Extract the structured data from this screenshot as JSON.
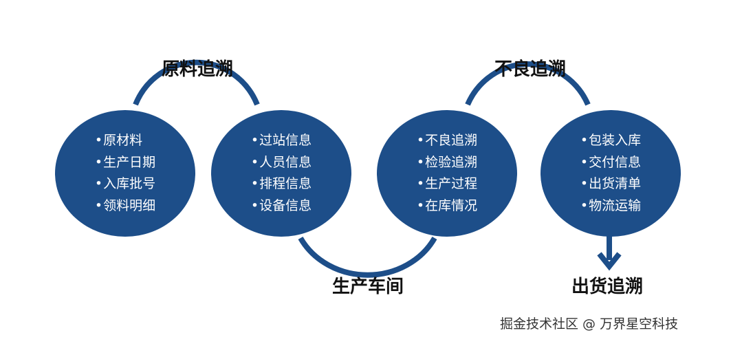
{
  "colors": {
    "primary": "#1d4e89",
    "text": "#111111",
    "circle_text": "#ffffff"
  },
  "labels": {
    "raw": "原料追溯",
    "production": "生产车间",
    "defect": "不良追溯",
    "shipment": "出货追溯"
  },
  "circles": [
    {
      "items": [
        "原材料",
        "生产日期",
        "入库批号",
        "领料明细"
      ]
    },
    {
      "items": [
        "过站信息",
        "人员信息",
        "排程信息",
        "设备信息"
      ]
    },
    {
      "items": [
        "不良追溯",
        "检验追溯",
        "生产过程",
        "在库情况"
      ]
    },
    {
      "items": [
        "包装入库",
        "交付信息",
        "出货清单",
        "物流运输"
      ]
    }
  ],
  "watermark": "掘金技术社区 @ 万界星空科技"
}
